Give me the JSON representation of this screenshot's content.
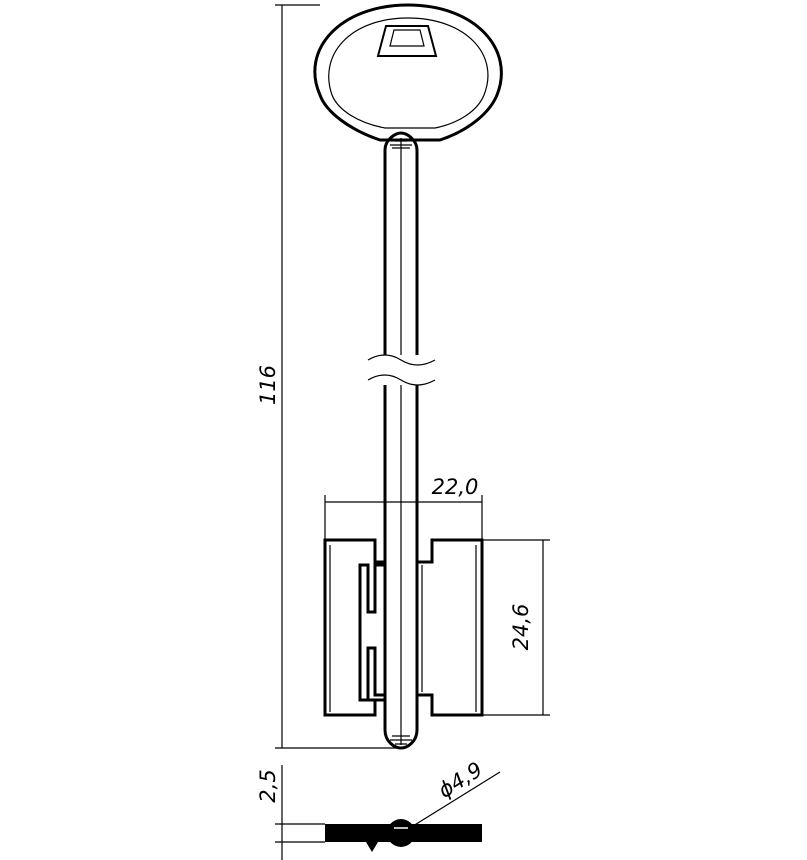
{
  "drawing": {
    "dimensions": {
      "overall_length": "116",
      "bit_width": "22,0",
      "bit_height": "24,6",
      "thickness": "2,5",
      "shank_diameter": "ϕ4,9"
    }
  }
}
